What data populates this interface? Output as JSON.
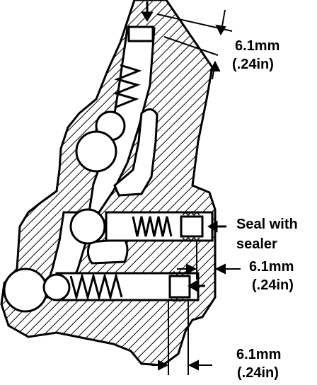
{
  "colors": {
    "ink": "#000000",
    "paper": "#ffffff"
  },
  "callouts": {
    "top_dim_mm": "6.1mm",
    "top_dim_in": "(.24in)",
    "seal_line1": "Seal with",
    "seal_line2": "sealer",
    "mid_dim_mm": "6.1mm",
    "mid_dim_in": "(.24in)",
    "bottom_dim_mm": "6.1mm",
    "bottom_dim_in": "(.24in)"
  }
}
